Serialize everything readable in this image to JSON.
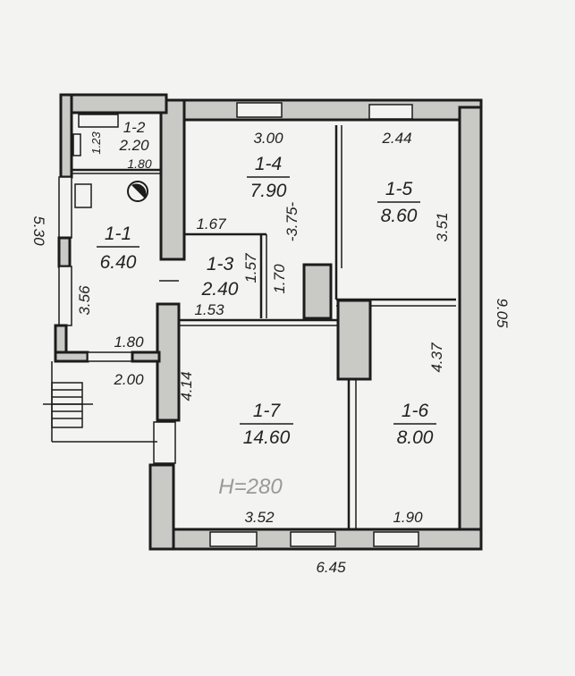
{
  "rooms": {
    "r1_1": {
      "id": "1-1",
      "area": "6.40"
    },
    "r1_2": {
      "id": "1-2",
      "area": "2.20"
    },
    "r1_3": {
      "id": "1-3",
      "area": "2.40"
    },
    "r1_4": {
      "id": "1-4",
      "area": "7.90"
    },
    "r1_5": {
      "id": "1-5",
      "area": "8.60"
    },
    "r1_6": {
      "id": "1-6",
      "area": "8.00"
    },
    "r1_7": {
      "id": "1-7",
      "area": "14.60"
    }
  },
  "dimensions": {
    "total_width": "6.45",
    "total_height": "9.05",
    "left_annex_height": "5.30",
    "d1_23": "1.23",
    "d1_80_top": "1.80",
    "d3_56": "3.56",
    "d1_80_bottom": "1.80",
    "d2_00": "2.00",
    "d3_00": "3.00",
    "d3_75": "-3.75-",
    "d2_44": "2.44",
    "d3_51": "3.51",
    "d1_67": "1.67",
    "d1_57": "1.57",
    "d1_70": "1.70",
    "d1_53": "1.53",
    "d4_14": "4.14",
    "d4_37": "4.37",
    "d3_52": "3.52",
    "d1_90": "1.90"
  },
  "height_note": "H=280"
}
